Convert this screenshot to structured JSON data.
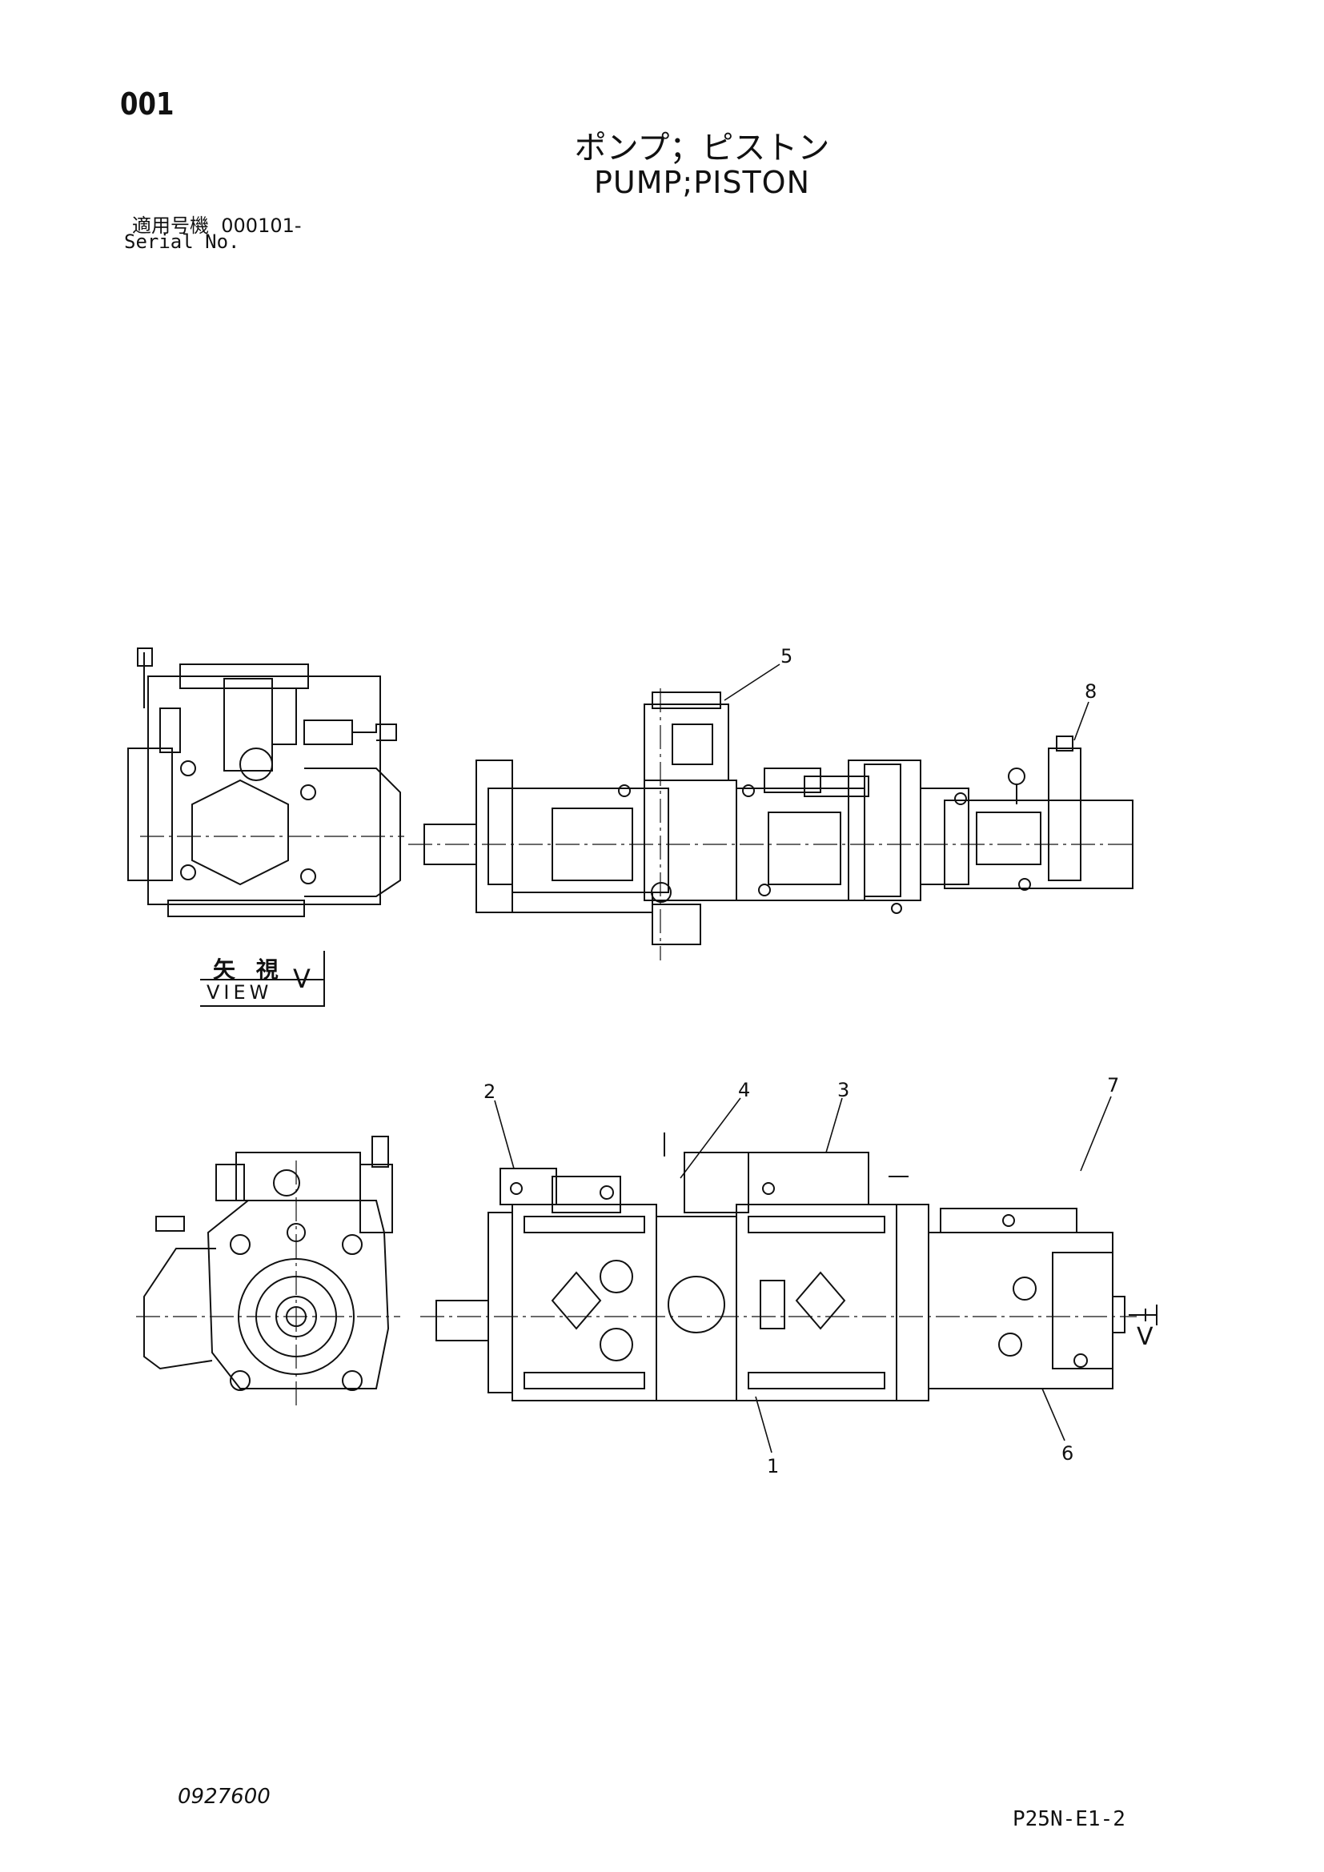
{
  "header": {
    "page_id": "001",
    "title_jp": "ポンプ；ピストン",
    "title_en": "PUMP;PISTON",
    "serial_label_jp": "適用号機",
    "serial_value": "000101-",
    "serial_label_en": "Serial No."
  },
  "view_label": {
    "jp": "矢 視",
    "en": "VIEW",
    "letter": "V"
  },
  "callouts": [
    "1",
    "2",
    "3",
    "4",
    "5",
    "6",
    "7",
    "8"
  ],
  "view_arrow_letter": "V",
  "footer": {
    "drawing_code": "0927600",
    "page_ref": "P25N-E1-2"
  }
}
